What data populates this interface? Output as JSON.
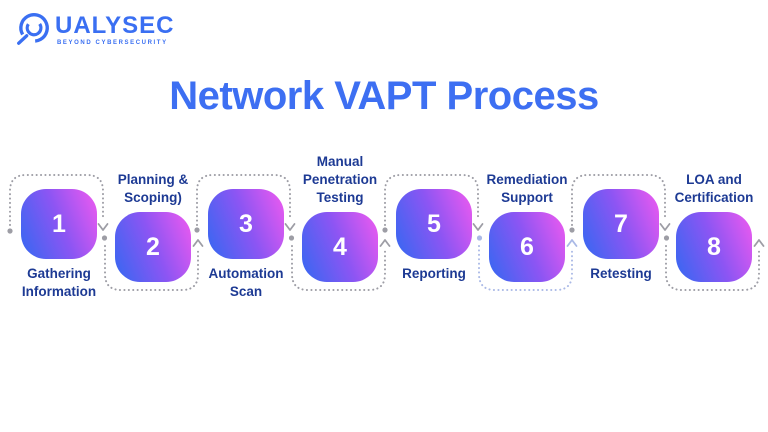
{
  "logo": {
    "brand": "QUALYSEC",
    "wordmark": "UALYSEC",
    "tagline": "BEYOND CYBERSECURITY"
  },
  "title": "Network VAPT Process",
  "steps": [
    {
      "number": "1",
      "label": "Gathering Information",
      "label_position": "below"
    },
    {
      "number": "2",
      "label": "Planning & Scoping)",
      "label_position": "above"
    },
    {
      "number": "3",
      "label": "Automation Scan",
      "label_position": "below"
    },
    {
      "number": "4",
      "label": "Manual Penetration Testing",
      "label_position": "above"
    },
    {
      "number": "5",
      "label": "Reporting",
      "label_position": "below"
    },
    {
      "number": "6",
      "label": "Remediation Support",
      "label_position": "above"
    },
    {
      "number": "7",
      "label": "Retesting",
      "label_position": "below"
    },
    {
      "number": "8",
      "label": "LOA and Certification",
      "label_position": "above"
    }
  ],
  "colors": {
    "brand_blue": "#3A6FF2",
    "title_blue": "#3D6FF2",
    "label_navy": "#1D3A94",
    "box_gradient_start": "#3D66F2",
    "box_gradient_mid": "#8C55F3",
    "box_gradient_end": "#EA5AF0",
    "number_white": "#FFFFFF",
    "connector_gray": "#9D9DA5",
    "connector_accent": "#AAB9E6"
  }
}
